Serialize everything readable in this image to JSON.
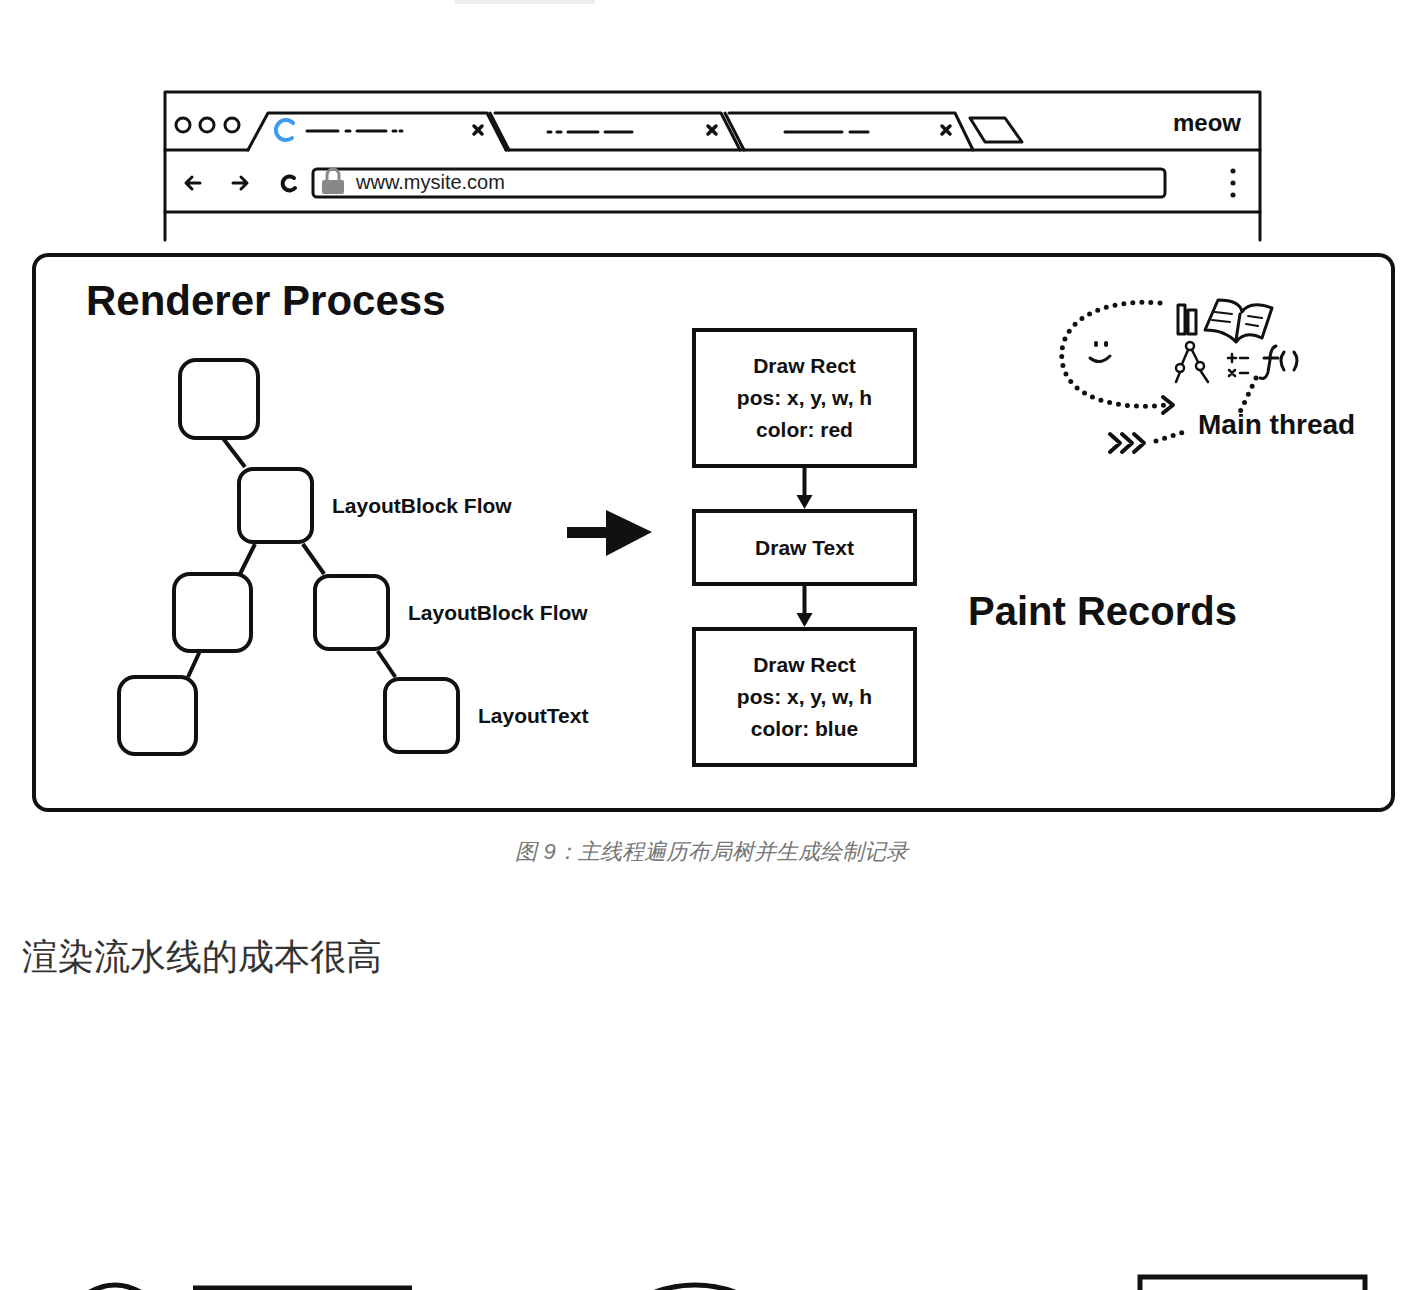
{
  "diagram": {
    "caption": "图 9：主线程遍历布局树并生成绘制记录",
    "nodes": [
      {
        "text": [
          "Renderer Process"
        ]
      },
      {
        "text": [
          "LayoutBlock Flow"
        ],
        "in": 0
      },
      {
        "text": [
          "LayoutBlock Flow"
        ],
        "in": 0
      },
      {
        "text": [
          "LayoutText"
        ],
        "in": 0
      },
      {
        "text": [
          "Draw Rect",
          "pos: x, y, w, h",
          "color: red"
        ],
        "in": 0
      },
      {
        "text": [
          "Draw Text"
        ],
        "in": 0
      },
      {
        "text": [
          "Draw Rect",
          "pos: x, y, w, h",
          "color: blue"
        ],
        "in": 0
      }
    ],
    "edges": [
      {
        "from": 1,
        "to": 2,
        "arrow": "none"
      },
      {
        "from": 2,
        "to": 3,
        "arrow": "none"
      },
      {
        "from": 4,
        "to": 5,
        "arrow": "to"
      },
      {
        "from": 5,
        "to": 6,
        "arrow": "to"
      }
    ],
    "labels": [
      "meow",
      "www.mysite.com",
      "Paint Records",
      "Main thread",
      "渲染流水线的成本很高"
    ]
  }
}
